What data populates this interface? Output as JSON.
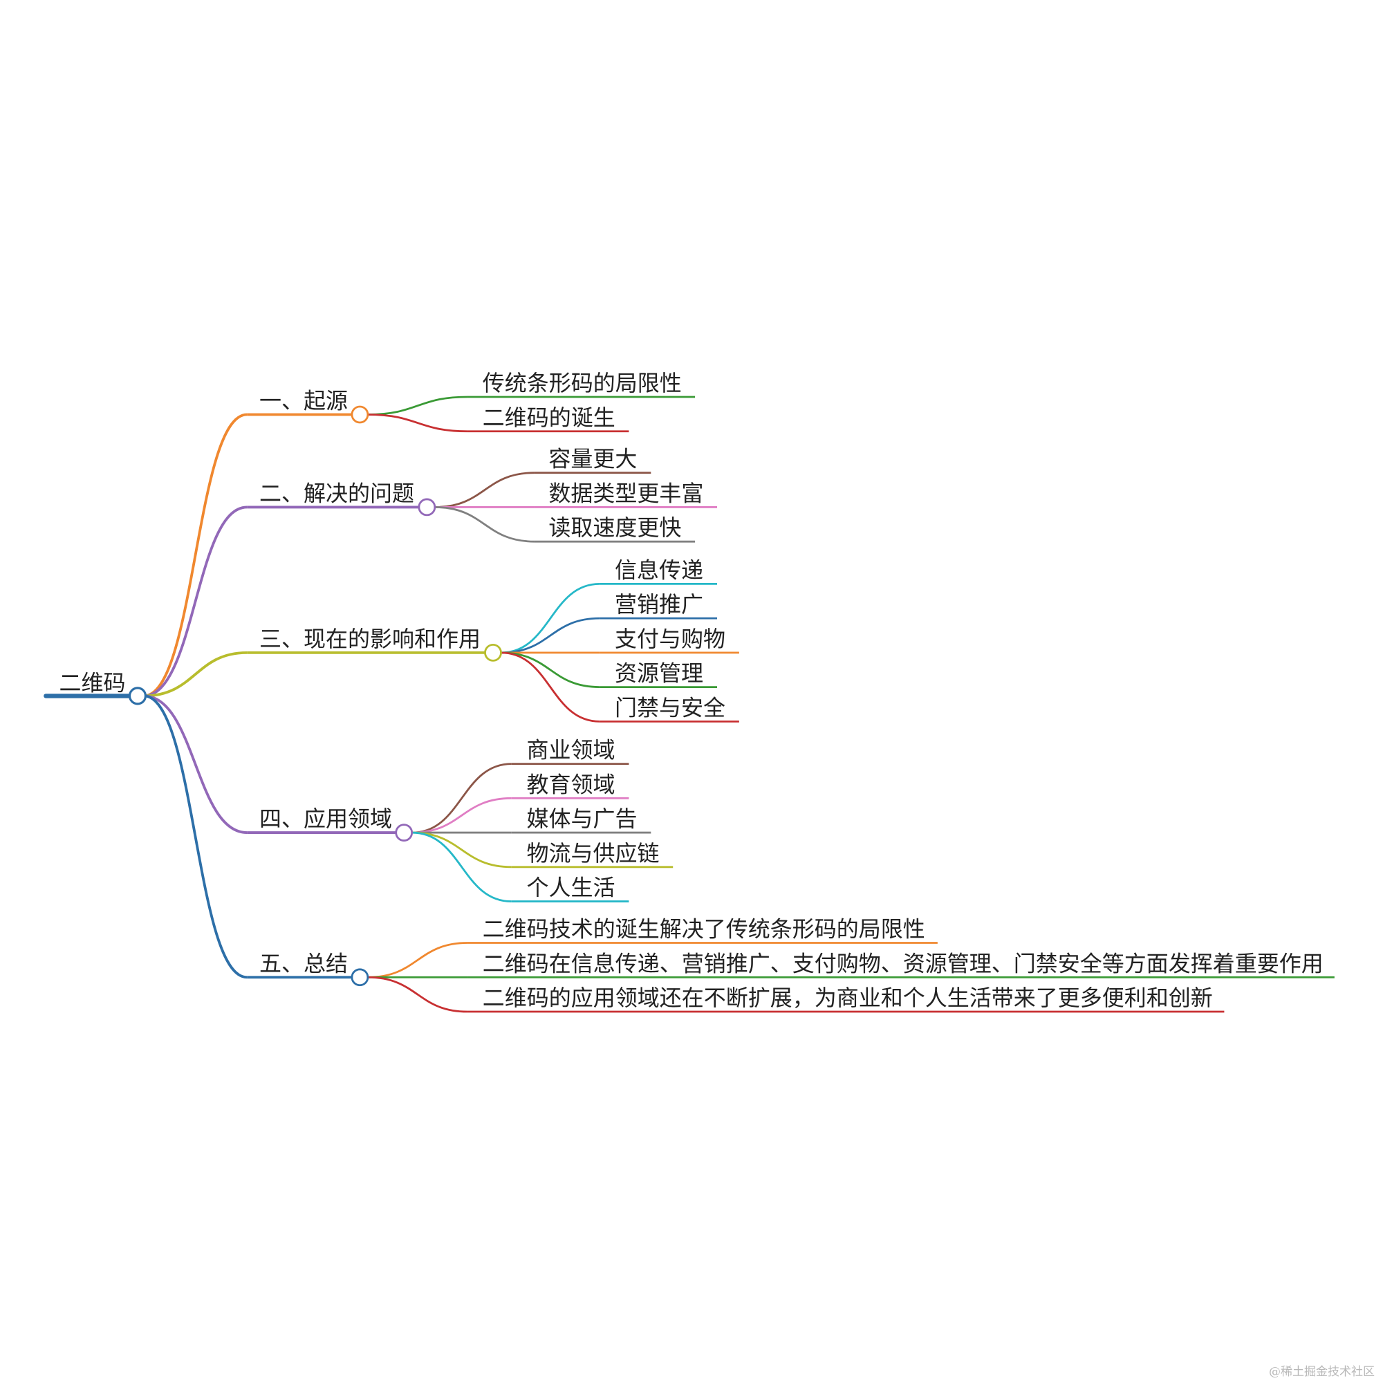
{
  "root": {
    "label": "二维码",
    "color": "#2d6fa8"
  },
  "branches": [
    {
      "label": "一、起源",
      "color": "#f0882f",
      "children": [
        {
          "label": "传统条形码的局限性",
          "color": "#3a9a35"
        },
        {
          "label": "二维码的诞生",
          "color": "#c83032"
        }
      ]
    },
    {
      "label": "二、解决的问题",
      "color": "#9268b8",
      "children": [
        {
          "label": "容量更大",
          "color": "#8c5648"
        },
        {
          "label": "数据类型更丰富",
          "color": "#e07ec4"
        },
        {
          "label": "读取速度更快",
          "color": "#808080"
        }
      ]
    },
    {
      "label": "三、现在的影响和作用",
      "color": "#b8bd2d",
      "children": [
        {
          "label": "信息传递",
          "color": "#26b8c8"
        },
        {
          "label": "营销推广",
          "color": "#2d6fa8"
        },
        {
          "label": "支付与购物",
          "color": "#f0882f"
        },
        {
          "label": "资源管理",
          "color": "#3a9a35"
        },
        {
          "label": "门禁与安全",
          "color": "#c83032"
        }
      ]
    },
    {
      "label": "四、应用领域",
      "color": "#9268b8",
      "children": [
        {
          "label": "商业领域",
          "color": "#8c5648"
        },
        {
          "label": "教育领域",
          "color": "#e07ec4"
        },
        {
          "label": "媒体与广告",
          "color": "#808080"
        },
        {
          "label": "物流与供应链",
          "color": "#b8bd2d"
        },
        {
          "label": "个人生活",
          "color": "#26b8c8"
        }
      ]
    },
    {
      "label": "五、总结",
      "color": "#2d6fa8",
      "children": [
        {
          "label": "二维码技术的诞生解决了传统条形码的局限性",
          "color": "#f0882f"
        },
        {
          "label": "二维码在信息传递、营销推广、支付购物、资源管理、门禁安全等方面发挥着重要作用",
          "color": "#3a9a35"
        },
        {
          "label": "二维码的应用领域还在不断扩展，为商业和个人生活带来了更多便利和创新",
          "color": "#c83032"
        }
      ]
    }
  ],
  "watermark": "@稀土掘金技术社区"
}
